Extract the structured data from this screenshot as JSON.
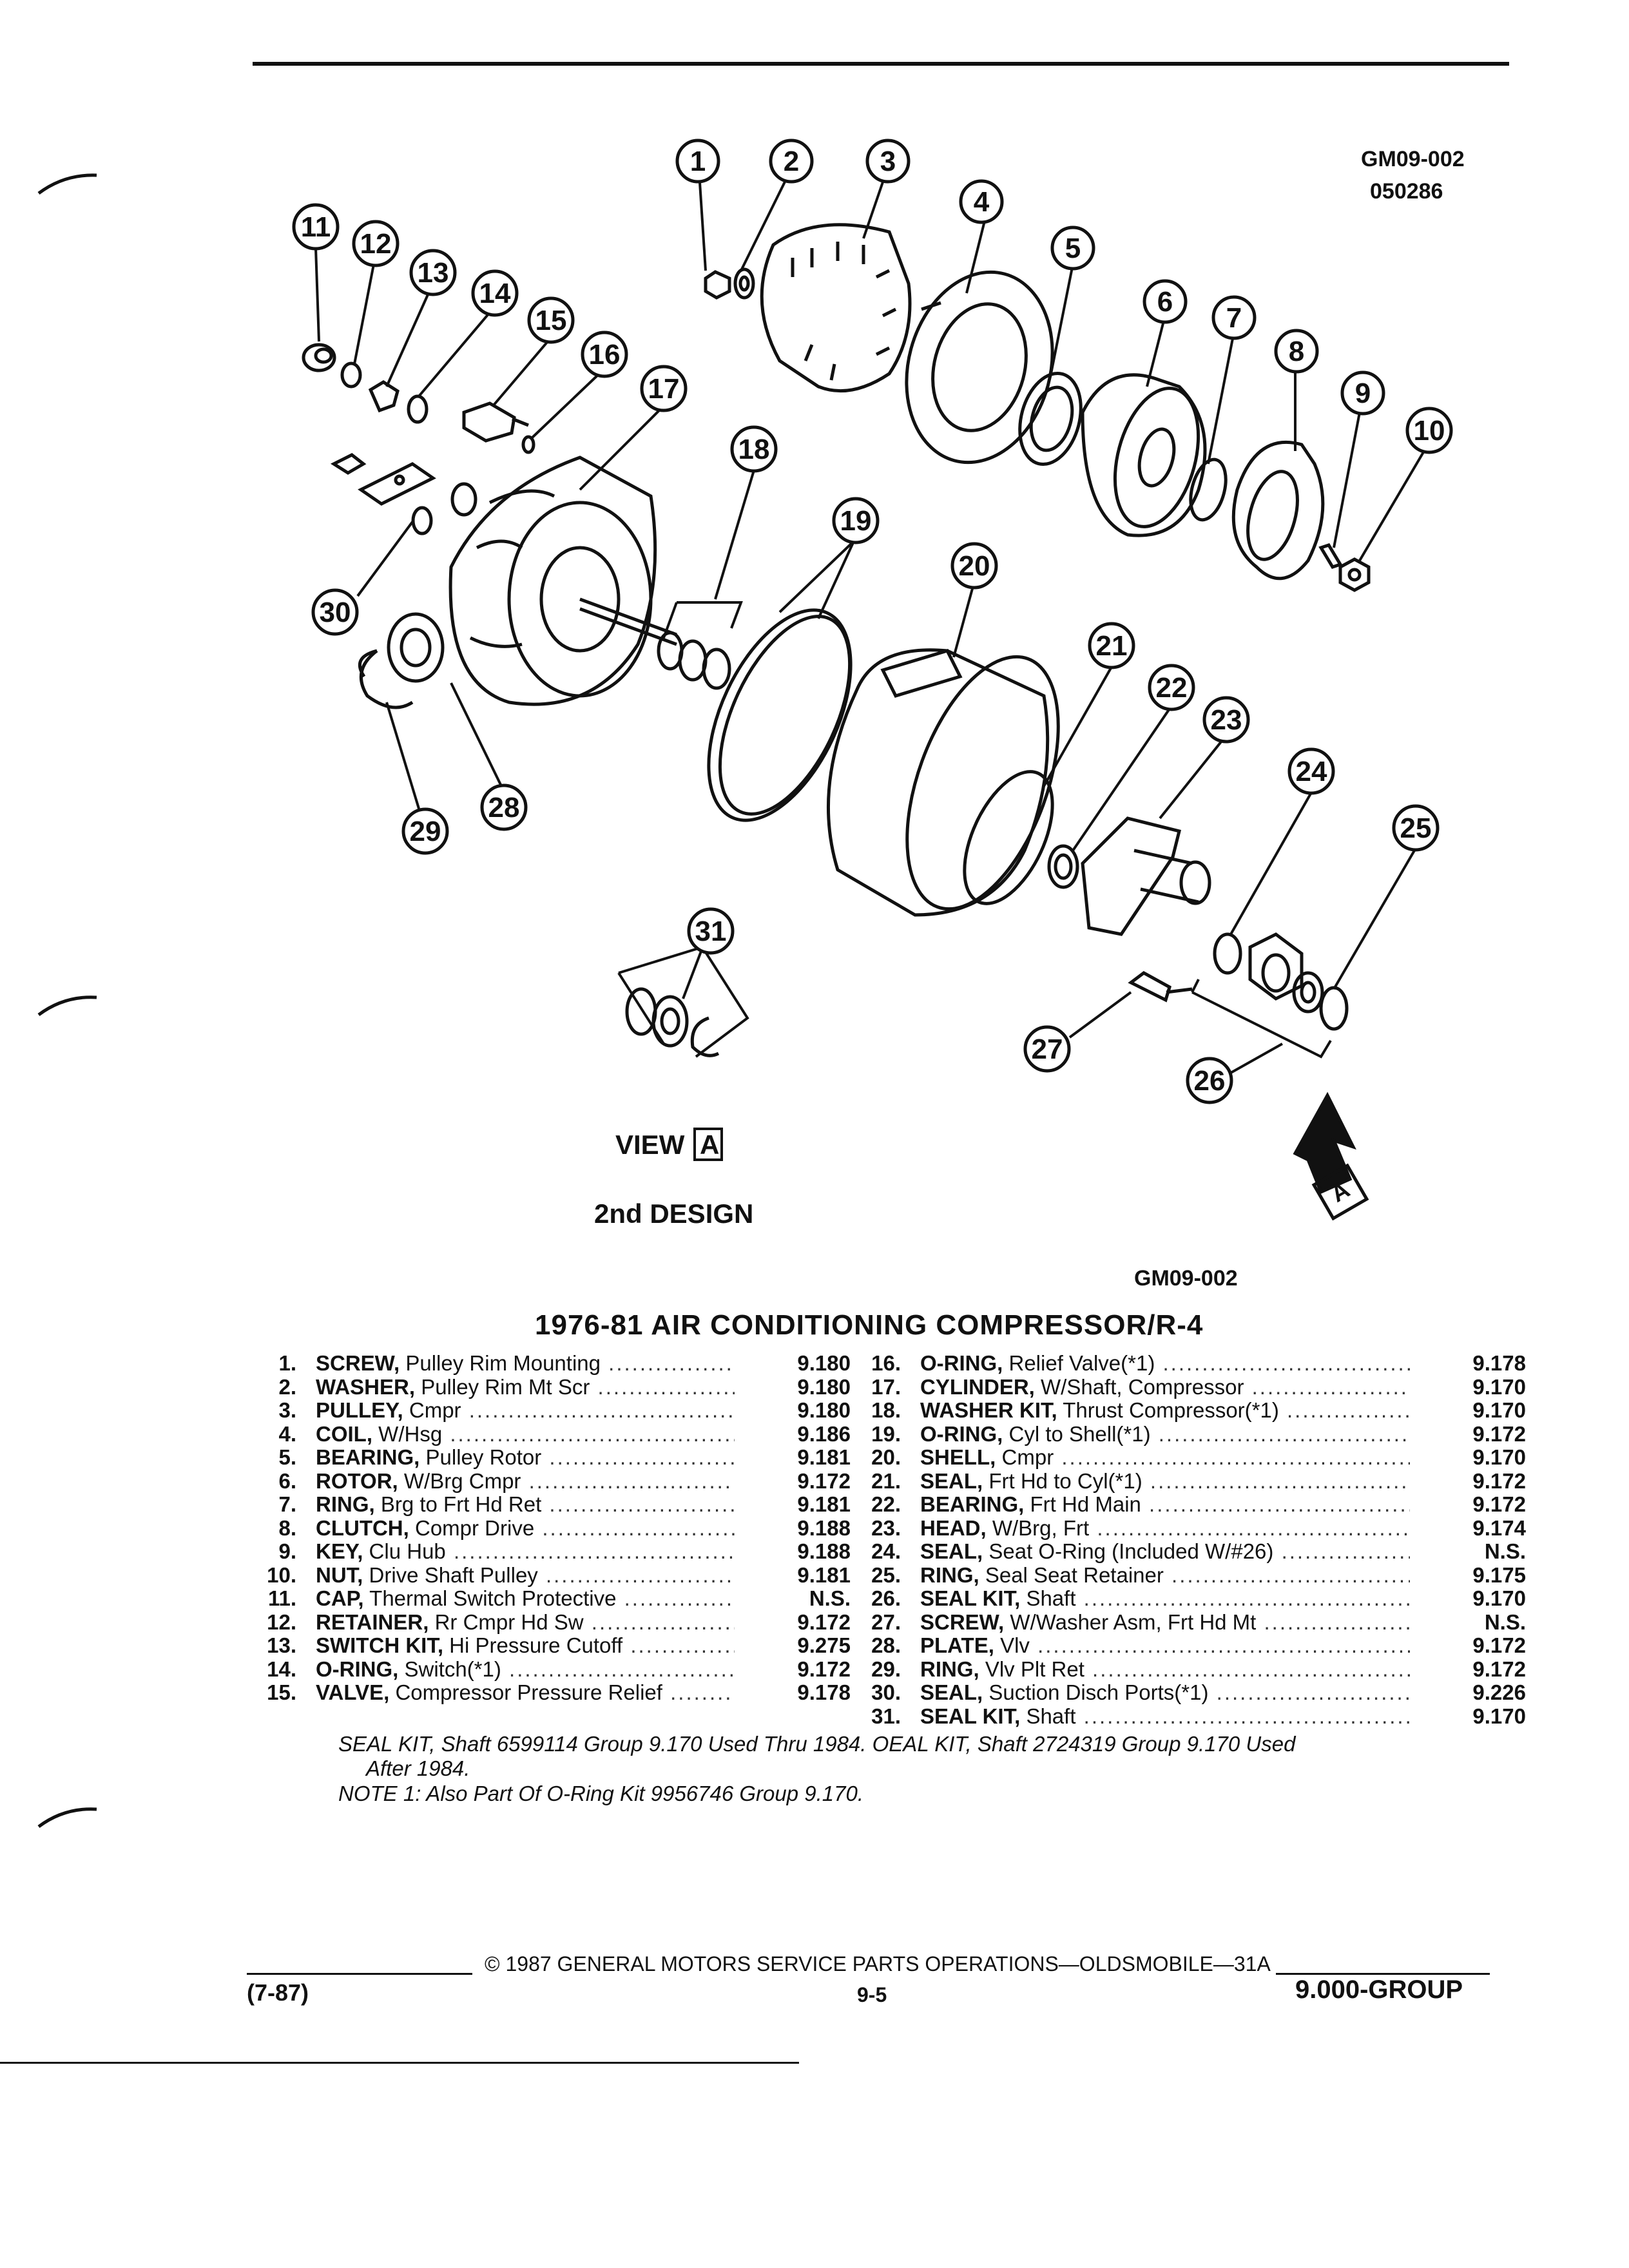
{
  "header": {
    "code1": "GM09-002",
    "code2": "050286"
  },
  "diagram": {
    "callouts": [
      "1",
      "2",
      "3",
      "4",
      "5",
      "6",
      "7",
      "8",
      "9",
      "10",
      "11",
      "12",
      "13",
      "14",
      "15",
      "16",
      "17",
      "18",
      "19",
      "20",
      "21",
      "22",
      "23",
      "24",
      "25",
      "26",
      "27",
      "28",
      "29",
      "30",
      "31"
    ],
    "view_label": "VIEW",
    "view_letter": "A",
    "design_label": "2nd DESIGN",
    "arrow_letter": "A",
    "code_below": "GM09-002"
  },
  "title": "1976-81 AIR CONDITIONING COMPRESSOR/R-4",
  "parts_left": [
    {
      "num": "1.",
      "name": "SCREW,",
      "desc": "Pulley Rim Mounting",
      "group": "9.180"
    },
    {
      "num": "2.",
      "name": "WASHER,",
      "desc": "Pulley Rim Mt Scr",
      "group": "9.180"
    },
    {
      "num": "3.",
      "name": "PULLEY,",
      "desc": "Cmpr",
      "group": "9.180"
    },
    {
      "num": "4.",
      "name": "COIL,",
      "desc": "W/Hsg",
      "group": "9.186"
    },
    {
      "num": "5.",
      "name": "BEARING,",
      "desc": "Pulley Rotor",
      "group": "9.181"
    },
    {
      "num": "6.",
      "name": "ROTOR,",
      "desc": "W/Brg Cmpr",
      "group": "9.172"
    },
    {
      "num": "7.",
      "name": "RING,",
      "desc": "Brg to Frt Hd Ret",
      "group": "9.181"
    },
    {
      "num": "8.",
      "name": "CLUTCH,",
      "desc": "Compr Drive",
      "group": "9.188"
    },
    {
      "num": "9.",
      "name": "KEY,",
      "desc": "Clu Hub",
      "group": "9.188"
    },
    {
      "num": "10.",
      "name": "NUT,",
      "desc": "Drive Shaft Pulley",
      "group": "9.181"
    },
    {
      "num": "11.",
      "name": "CAP,",
      "desc": "Thermal Switch Protective",
      "group": "N.S."
    },
    {
      "num": "12.",
      "name": "RETAINER,",
      "desc": "Rr Cmpr Hd Sw",
      "group": "9.172"
    },
    {
      "num": "13.",
      "name": "SWITCH KIT,",
      "desc": "Hi Pressure Cutoff",
      "group": "9.275"
    },
    {
      "num": "14.",
      "name": "O-RING,",
      "desc": "Switch(*1)",
      "group": "9.172"
    },
    {
      "num": "15.",
      "name": "VALVE,",
      "desc": "Compressor Pressure Relief",
      "group": "9.178"
    }
  ],
  "parts_right": [
    {
      "num": "16.",
      "name": "O-RING,",
      "desc": "Relief Valve(*1)",
      "group": "9.178"
    },
    {
      "num": "17.",
      "name": "CYLINDER,",
      "desc": "W/Shaft, Compressor",
      "group": "9.170"
    },
    {
      "num": "18.",
      "name": "WASHER KIT,",
      "desc": "Thrust Compressor(*1)",
      "group": "9.170"
    },
    {
      "num": "19.",
      "name": "O-RING,",
      "desc": "Cyl to Shell(*1)",
      "group": "9.172"
    },
    {
      "num": "20.",
      "name": "SHELL,",
      "desc": "Cmpr",
      "group": "9.170"
    },
    {
      "num": "21.",
      "name": "SEAL,",
      "desc": "Frt Hd to Cyl(*1)",
      "group": "9.172"
    },
    {
      "num": "22.",
      "name": "BEARING,",
      "desc": "Frt Hd Main",
      "group": "9.172"
    },
    {
      "num": "23.",
      "name": "HEAD,",
      "desc": "W/Brg, Frt",
      "group": "9.174"
    },
    {
      "num": "24.",
      "name": "SEAL,",
      "desc": "Seat O-Ring (Included W/#26)",
      "group": "N.S."
    },
    {
      "num": "25.",
      "name": "RING,",
      "desc": "Seal Seat Retainer",
      "group": "9.175"
    },
    {
      "num": "26.",
      "name": "SEAL KIT,",
      "desc": "Shaft",
      "group": "9.170"
    },
    {
      "num": "27.",
      "name": "SCREW,",
      "desc": "W/Washer Asm, Frt Hd Mt",
      "group": "N.S."
    },
    {
      "num": "28.",
      "name": "PLATE,",
      "desc": "Vlv",
      "group": "9.172"
    },
    {
      "num": "29.",
      "name": "RING,",
      "desc": "Vlv Plt Ret",
      "group": "9.172"
    },
    {
      "num": "30.",
      "name": "SEAL,",
      "desc": "Suction Disch Ports(*1)",
      "group": "9.226"
    },
    {
      "num": "31.",
      "name": "SEAL KIT,",
      "desc": "Shaft",
      "group": "9.170"
    }
  ],
  "notes": {
    "line1": "SEAL KIT, Shaft 6599114 Group 9.170 Used Thru 1984. OEAL KIT, Shaft 2724319 Group 9.170 Used",
    "line2": "After 1984.",
    "line3": "NOTE 1: Also Part Of O-Ring Kit 9956746 Group 9.170."
  },
  "footer": {
    "copyright": "© 1987 GENERAL MOTORS SERVICE PARTS OPERATIONS—OLDSMOBILE—31A",
    "date": "(7-87)",
    "page": "9-5",
    "group": "9.000-GROUP"
  }
}
